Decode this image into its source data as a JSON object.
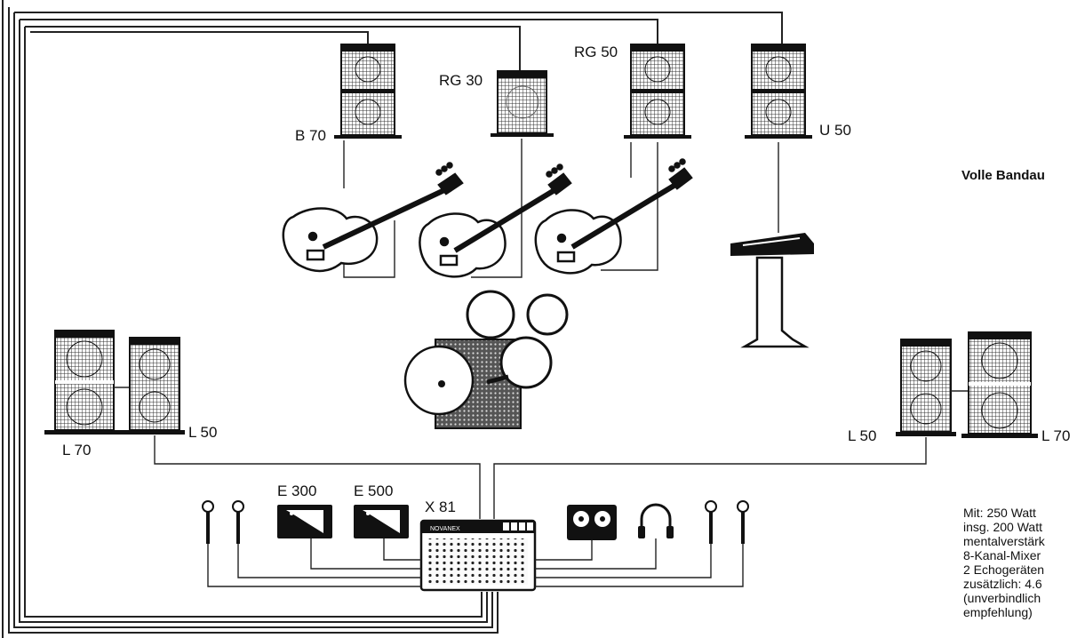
{
  "diagram": {
    "title": "Volle Bandau",
    "amplifiers_top": [
      {
        "id": "b70",
        "label": "B 70"
      },
      {
        "id": "rg30",
        "label": "RG 30"
      },
      {
        "id": "rg50",
        "label": "RG 50"
      },
      {
        "id": "u50",
        "label": "U 50"
      }
    ],
    "speakers_left": [
      {
        "id": "l70-left",
        "label": "L 70"
      },
      {
        "id": "l50-left",
        "label": "L 50"
      }
    ],
    "speakers_right": [
      {
        "id": "l50-right",
        "label": "L 50"
      },
      {
        "id": "l70-right",
        "label": "L 70"
      }
    ],
    "echo_units": [
      {
        "id": "e300",
        "label": "E 300"
      },
      {
        "id": "e500",
        "label": "E 500"
      }
    ],
    "mixer": {
      "label": "X 81",
      "brand": "NOVANEX"
    },
    "notes": [
      "Mit: 250 Watt",
      "insg. 200 Watt",
      "mentalverstärk",
      "8-Kanal-Mixer",
      "2 Echogeräten",
      "zusätzlich: 4.6",
      "(unverbindlich",
      "empfehlung)"
    ]
  },
  "colors": {
    "ink": "#1a1a1a",
    "grille": "#6a6a6a",
    "paper": "#ffffff"
  }
}
